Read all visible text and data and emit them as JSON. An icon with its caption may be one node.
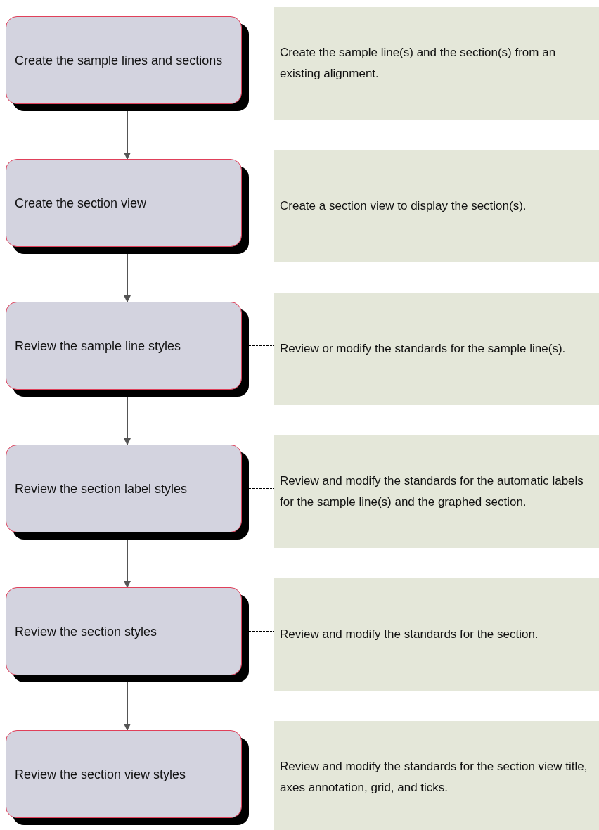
{
  "diagram": {
    "nodes": [
      {
        "text": [
          "Create the sample lines and sections"
        ]
      },
      {
        "text": [
          "Create the sample line(s) and the section(s) from an existing alignment."
        ]
      },
      {
        "text": [
          "Create the section view"
        ]
      },
      {
        "text": [
          "Create a section view to display the section(s)."
        ]
      },
      {
        "text": [
          "Review the sample line styles"
        ]
      },
      {
        "text": [
          "Review or modify the standards for the sample line(s)."
        ]
      },
      {
        "text": [
          "Review the section label styles"
        ]
      },
      {
        "text": [
          "Review and modify the standards for the automatic labels for the sample line(s) and the graphed section."
        ]
      },
      {
        "text": [
          "Review the section styles"
        ]
      },
      {
        "text": [
          "Review and modify the standards for the section."
        ]
      },
      {
        "text": [
          "Review the section view styles"
        ]
      },
      {
        "text": [
          "Review and modify the standards for the section view title, axes annotation, grid, and ticks."
        ]
      }
    ],
    "edges": [
      {
        "from": 0,
        "to": 1,
        "arrow": "none",
        "style": "dashed"
      },
      {
        "from": 0,
        "to": 2,
        "arrow": "to"
      },
      {
        "from": 2,
        "to": 3,
        "arrow": "none",
        "style": "dashed"
      },
      {
        "from": 2,
        "to": 4,
        "arrow": "to"
      },
      {
        "from": 4,
        "to": 5,
        "arrow": "none",
        "style": "dashed"
      },
      {
        "from": 4,
        "to": 6,
        "arrow": "to"
      },
      {
        "from": 6,
        "to": 7,
        "arrow": "none",
        "style": "dashed"
      },
      {
        "from": 6,
        "to": 8,
        "arrow": "to"
      },
      {
        "from": 8,
        "to": 9,
        "arrow": "none",
        "style": "dashed"
      },
      {
        "from": 8,
        "to": 10,
        "arrow": "to"
      },
      {
        "from": 10,
        "to": 11,
        "arrow": "none",
        "style": "dashed"
      }
    ]
  }
}
